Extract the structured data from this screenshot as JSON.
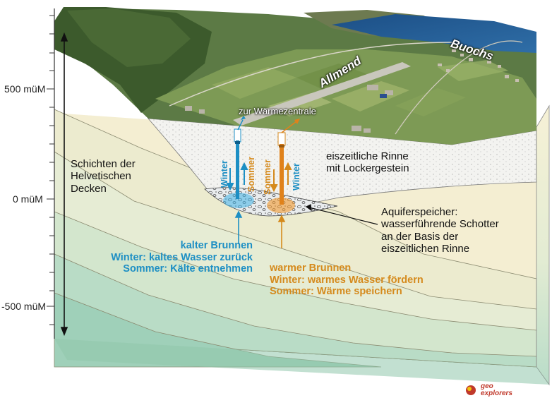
{
  "axis": {
    "ticks": [
      "500 müM",
      "0 müM",
      "-500 müM"
    ]
  },
  "layers": {
    "helvetic": "Schichten der\nHelvetischen\nDecken",
    "channel": "eiszeitliche Rinne\nmit Lockergestein",
    "aquifer": "Aquiferspeicher:\nwasserführende Schotter\nan der Basis der\neiszeitlichen Rinne"
  },
  "surface": {
    "allmend": "Allmend",
    "buochs": "Buochs",
    "waermezentrale": "zur Wärmezentrale"
  },
  "wells": {
    "cold": {
      "title": "kalter Brunnen",
      "winter": "Winter: kaltes Wasser zurück",
      "summer": "Sommer: Kälte entnehmen",
      "arrow_winter": "Winter",
      "arrow_summer": "Sommer"
    },
    "warm": {
      "title": "warmer Brunnen",
      "winter": "Winter: warmes Wasser fördern",
      "summer": "Sommer: Wärme speichern",
      "arrow_summer": "Sommer",
      "arrow_winter": "Winter"
    }
  },
  "logo": {
    "line1": "geo",
    "line2": "explorers"
  },
  "colors": {
    "cold": "#1d8fc4",
    "warm": "#d58a1c",
    "layer_cream": "#f4eed2",
    "layer_sage": "#d7e6cf",
    "layer_mint": "#b9dcc6",
    "layer_teal": "#98cdb5",
    "channel_fill": "#f3f3f0"
  }
}
